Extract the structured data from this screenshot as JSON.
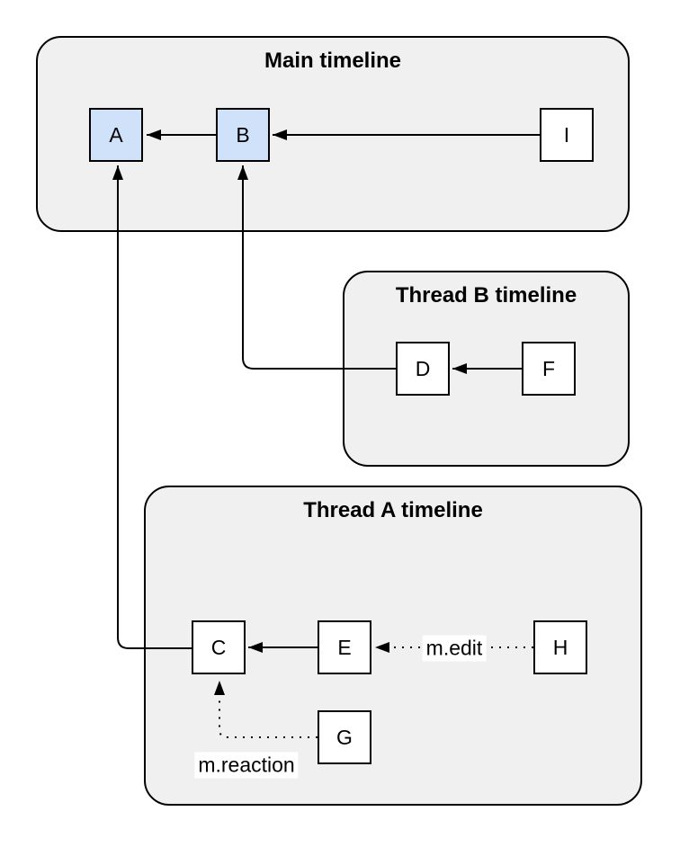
{
  "groups": [
    {
      "id": "main-timeline",
      "title": "Main timeline",
      "nodes": [
        "A",
        "B",
        "I"
      ]
    },
    {
      "id": "thread-b-timeline",
      "title": "Thread B timeline",
      "nodes": [
        "D",
        "F"
      ]
    },
    {
      "id": "thread-a-timeline",
      "title": "Thread A timeline",
      "nodes": [
        "C",
        "E",
        "H",
        "G"
      ]
    }
  ],
  "nodes": [
    {
      "id": "A",
      "label": "A",
      "fill": "highlight"
    },
    {
      "id": "B",
      "label": "B",
      "fill": "highlight"
    },
    {
      "id": "I",
      "label": "I",
      "fill": "default"
    },
    {
      "id": "D",
      "label": "D",
      "fill": "default"
    },
    {
      "id": "F",
      "label": "F",
      "fill": "default"
    },
    {
      "id": "C",
      "label": "C",
      "fill": "default"
    },
    {
      "id": "E",
      "label": "E",
      "fill": "default"
    },
    {
      "id": "H",
      "label": "H",
      "fill": "default"
    },
    {
      "id": "G",
      "label": "G",
      "fill": "default"
    }
  ],
  "edges": [
    {
      "from": "B",
      "to": "A",
      "style": "solid",
      "label": ""
    },
    {
      "from": "I",
      "to": "B",
      "style": "solid",
      "label": ""
    },
    {
      "from": "F",
      "to": "D",
      "style": "solid",
      "label": ""
    },
    {
      "from": "D",
      "to": "B",
      "style": "solid",
      "label": ""
    },
    {
      "from": "E",
      "to": "C",
      "style": "solid",
      "label": ""
    },
    {
      "from": "C",
      "to": "A",
      "style": "solid",
      "label": ""
    },
    {
      "from": "H",
      "to": "E",
      "style": "dotted",
      "label": "m.edit"
    },
    {
      "from": "G",
      "to": "C",
      "style": "dotted",
      "label": "m.reaction"
    }
  ],
  "colors": {
    "group_fill": "#f0f0f0",
    "group_border": "#000000",
    "node_fill_highlight": "#cfe2fa",
    "node_fill_default": "#ffffff",
    "node_border": "#000000",
    "edge_color": "#000000",
    "label_background": "#ffffff"
  }
}
